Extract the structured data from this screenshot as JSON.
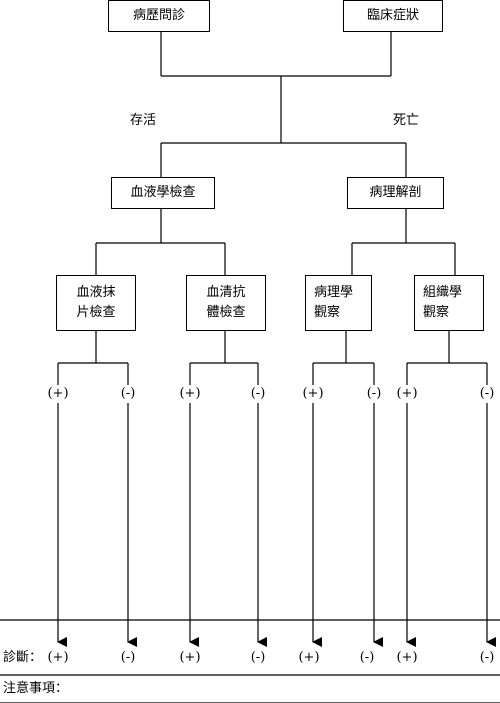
{
  "top": {
    "history": "病歷問診",
    "symptoms": "臨床症狀"
  },
  "branch": {
    "alive": "存活",
    "dead": "死亡"
  },
  "mid": {
    "hematology": "血液學檢查",
    "pathology": "病理解剖"
  },
  "tests": {
    "smear": [
      "血液抹",
      "片檢查"
    ],
    "serum": [
      "血清抗",
      "體檢查"
    ],
    "pathologic": [
      "病理學",
      "觀察"
    ],
    "histologic": [
      "組織學",
      "觀察"
    ]
  },
  "signs": {
    "positive": "(+)",
    "negative": "(-)"
  },
  "footer": {
    "diagnosis_label": "診斷：",
    "notes_label": "注意事項："
  }
}
